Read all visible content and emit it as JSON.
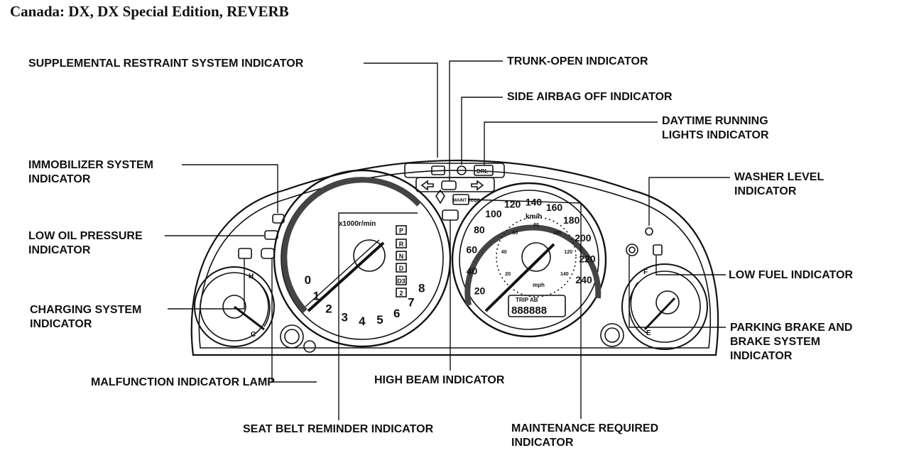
{
  "title": "Canada: DX, DX Special Edition, REVERB",
  "labels": {
    "srs": "SUPPLEMENTAL RESTRAINT SYSTEM INDICATOR",
    "trunk_open": "TRUNK-OPEN INDICATOR",
    "side_airbag_off": "SIDE AIRBAG OFF INDICATOR",
    "drl": "DAYTIME RUNNING\nLIGHTS INDICATOR",
    "immobilizer": "IMMOBILIZER SYSTEM\nINDICATOR",
    "washer_level": "WASHER LEVEL\nINDICATOR",
    "low_oil": "LOW OIL PRESSURE\nINDICATOR",
    "low_fuel": "LOW FUEL INDICATOR",
    "charging": "CHARGING SYSTEM\nINDICATOR",
    "parking_brake": "PARKING BRAKE AND\nBRAKE SYSTEM\nINDICATOR",
    "mil": "MALFUNCTION INDICATOR LAMP",
    "high_beam": "HIGH BEAM INDICATOR",
    "seat_belt": "SEAT BELT REMINDER INDICATOR",
    "maintenance": "MAINTENANCE REQUIRED\nINDICATOR"
  },
  "cluster": {
    "tach_ticks": [
      "0",
      "1",
      "2",
      "3",
      "4",
      "5",
      "6",
      "7",
      "8"
    ],
    "tach_unit": "x1000r/min",
    "gears": [
      "P",
      "R",
      "N",
      "D",
      "D3",
      "2"
    ],
    "speed_kmh_ticks": [
      "20",
      "40",
      "60",
      "80",
      "100",
      "120",
      "140",
      "160",
      "180",
      "200",
      "220",
      "240"
    ],
    "speed_mph_ticks": [
      "20",
      "40",
      "60",
      "80",
      "100",
      "120",
      "140"
    ],
    "speed_kmh_unit": "km/h",
    "speed_mph_unit": "mph",
    "odometer_label": "TRIP AB",
    "odometer_digits": "888888",
    "temp_hot": "H",
    "temp_cold": "C",
    "fuel_full": "F",
    "fuel_empty": "E",
    "drl_icon_text": "DRL",
    "maint_icon_text": "MAINT REQD"
  }
}
